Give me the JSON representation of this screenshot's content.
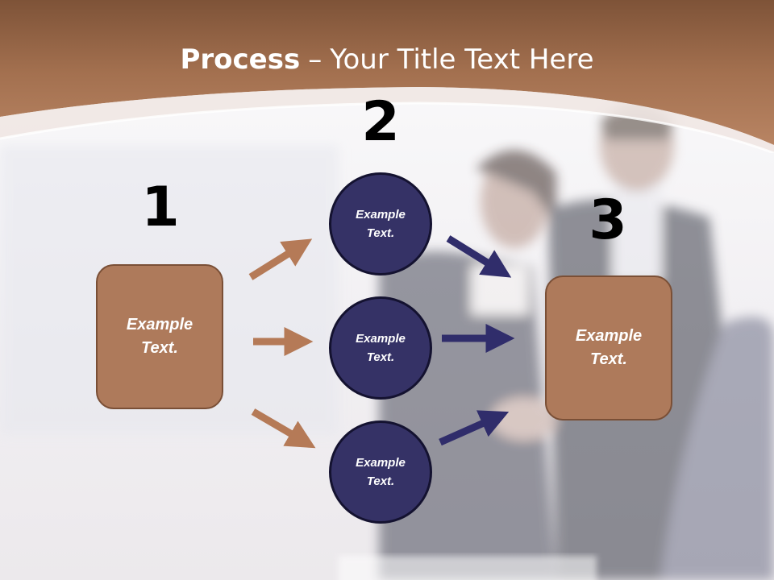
{
  "title": {
    "bold": "Process",
    "separator": "–",
    "rest": "Your Title Text Here"
  },
  "steps": {
    "one": "1",
    "two": "2",
    "three": "3"
  },
  "start_box": {
    "text": "Example\nText."
  },
  "end_box": {
    "text": "Example\nText."
  },
  "circles": [
    {
      "text": "Example\nText."
    },
    {
      "text": "Example\nText."
    },
    {
      "text": "Example\nText."
    }
  ],
  "colors": {
    "header_brown": "#a8704f",
    "box_fill": "#ae7a5b",
    "circle_fill": "#353266",
    "arrow_brown": "#b57a57",
    "arrow_navy": "#302d6b"
  }
}
